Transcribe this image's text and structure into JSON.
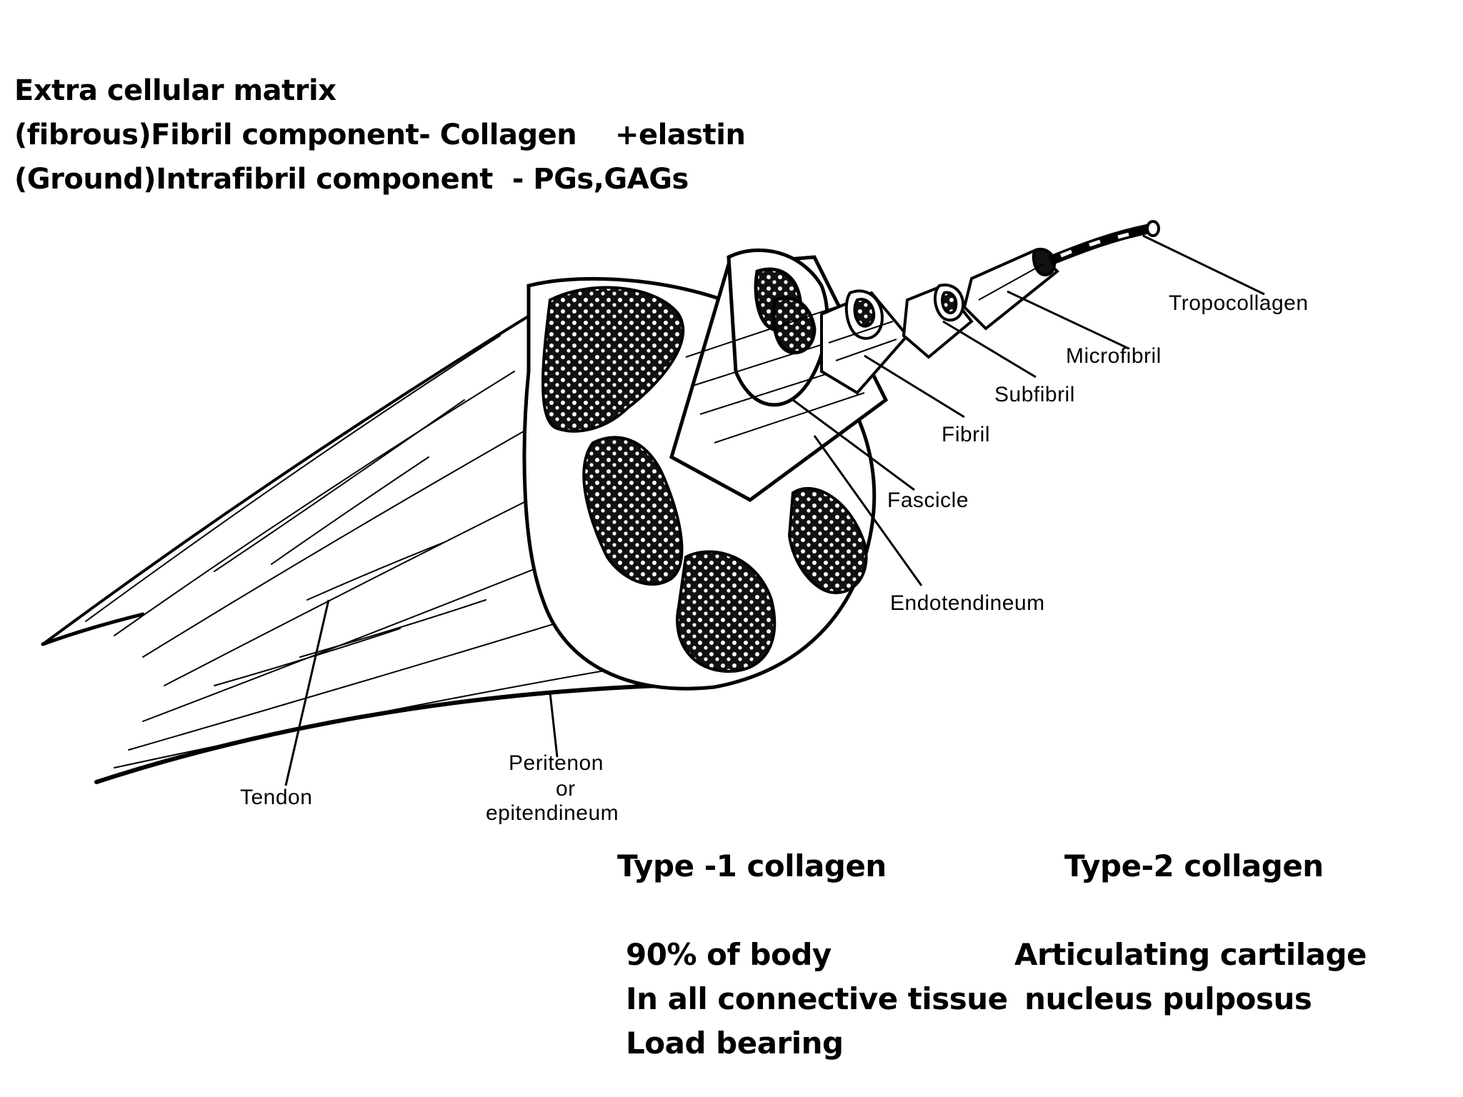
{
  "heading": {
    "line1": "Extra cellular matrix",
    "line2": "(fibrous)Fibril component- Collagen    +elastin",
    "line3": "(Ground)Intrafibril component  - PGs,GAGs"
  },
  "diagram": {
    "labels": {
      "tropocollagen": "Tropocollagen",
      "microfibril": "Microfibril",
      "subfibril": "Subfibril",
      "fibril": "Fibril",
      "fascicle": "Fascicle",
      "endotendineum": "Endotendineum",
      "tendon": "Tendon",
      "peritenon_line1": "Peritenon",
      "peritenon_line2": "or",
      "peritenon_line3": "epitendineum"
    }
  },
  "collagen_types": {
    "type1": {
      "title": "Type -1 collagen",
      "items": [
        "90% of body",
        "In all connective tissue",
        "Load bearing"
      ]
    },
    "type2": {
      "title": "Type-2 collagen",
      "items": [
        "Articulating cartilage",
        " nucleus pulposus"
      ]
    }
  }
}
